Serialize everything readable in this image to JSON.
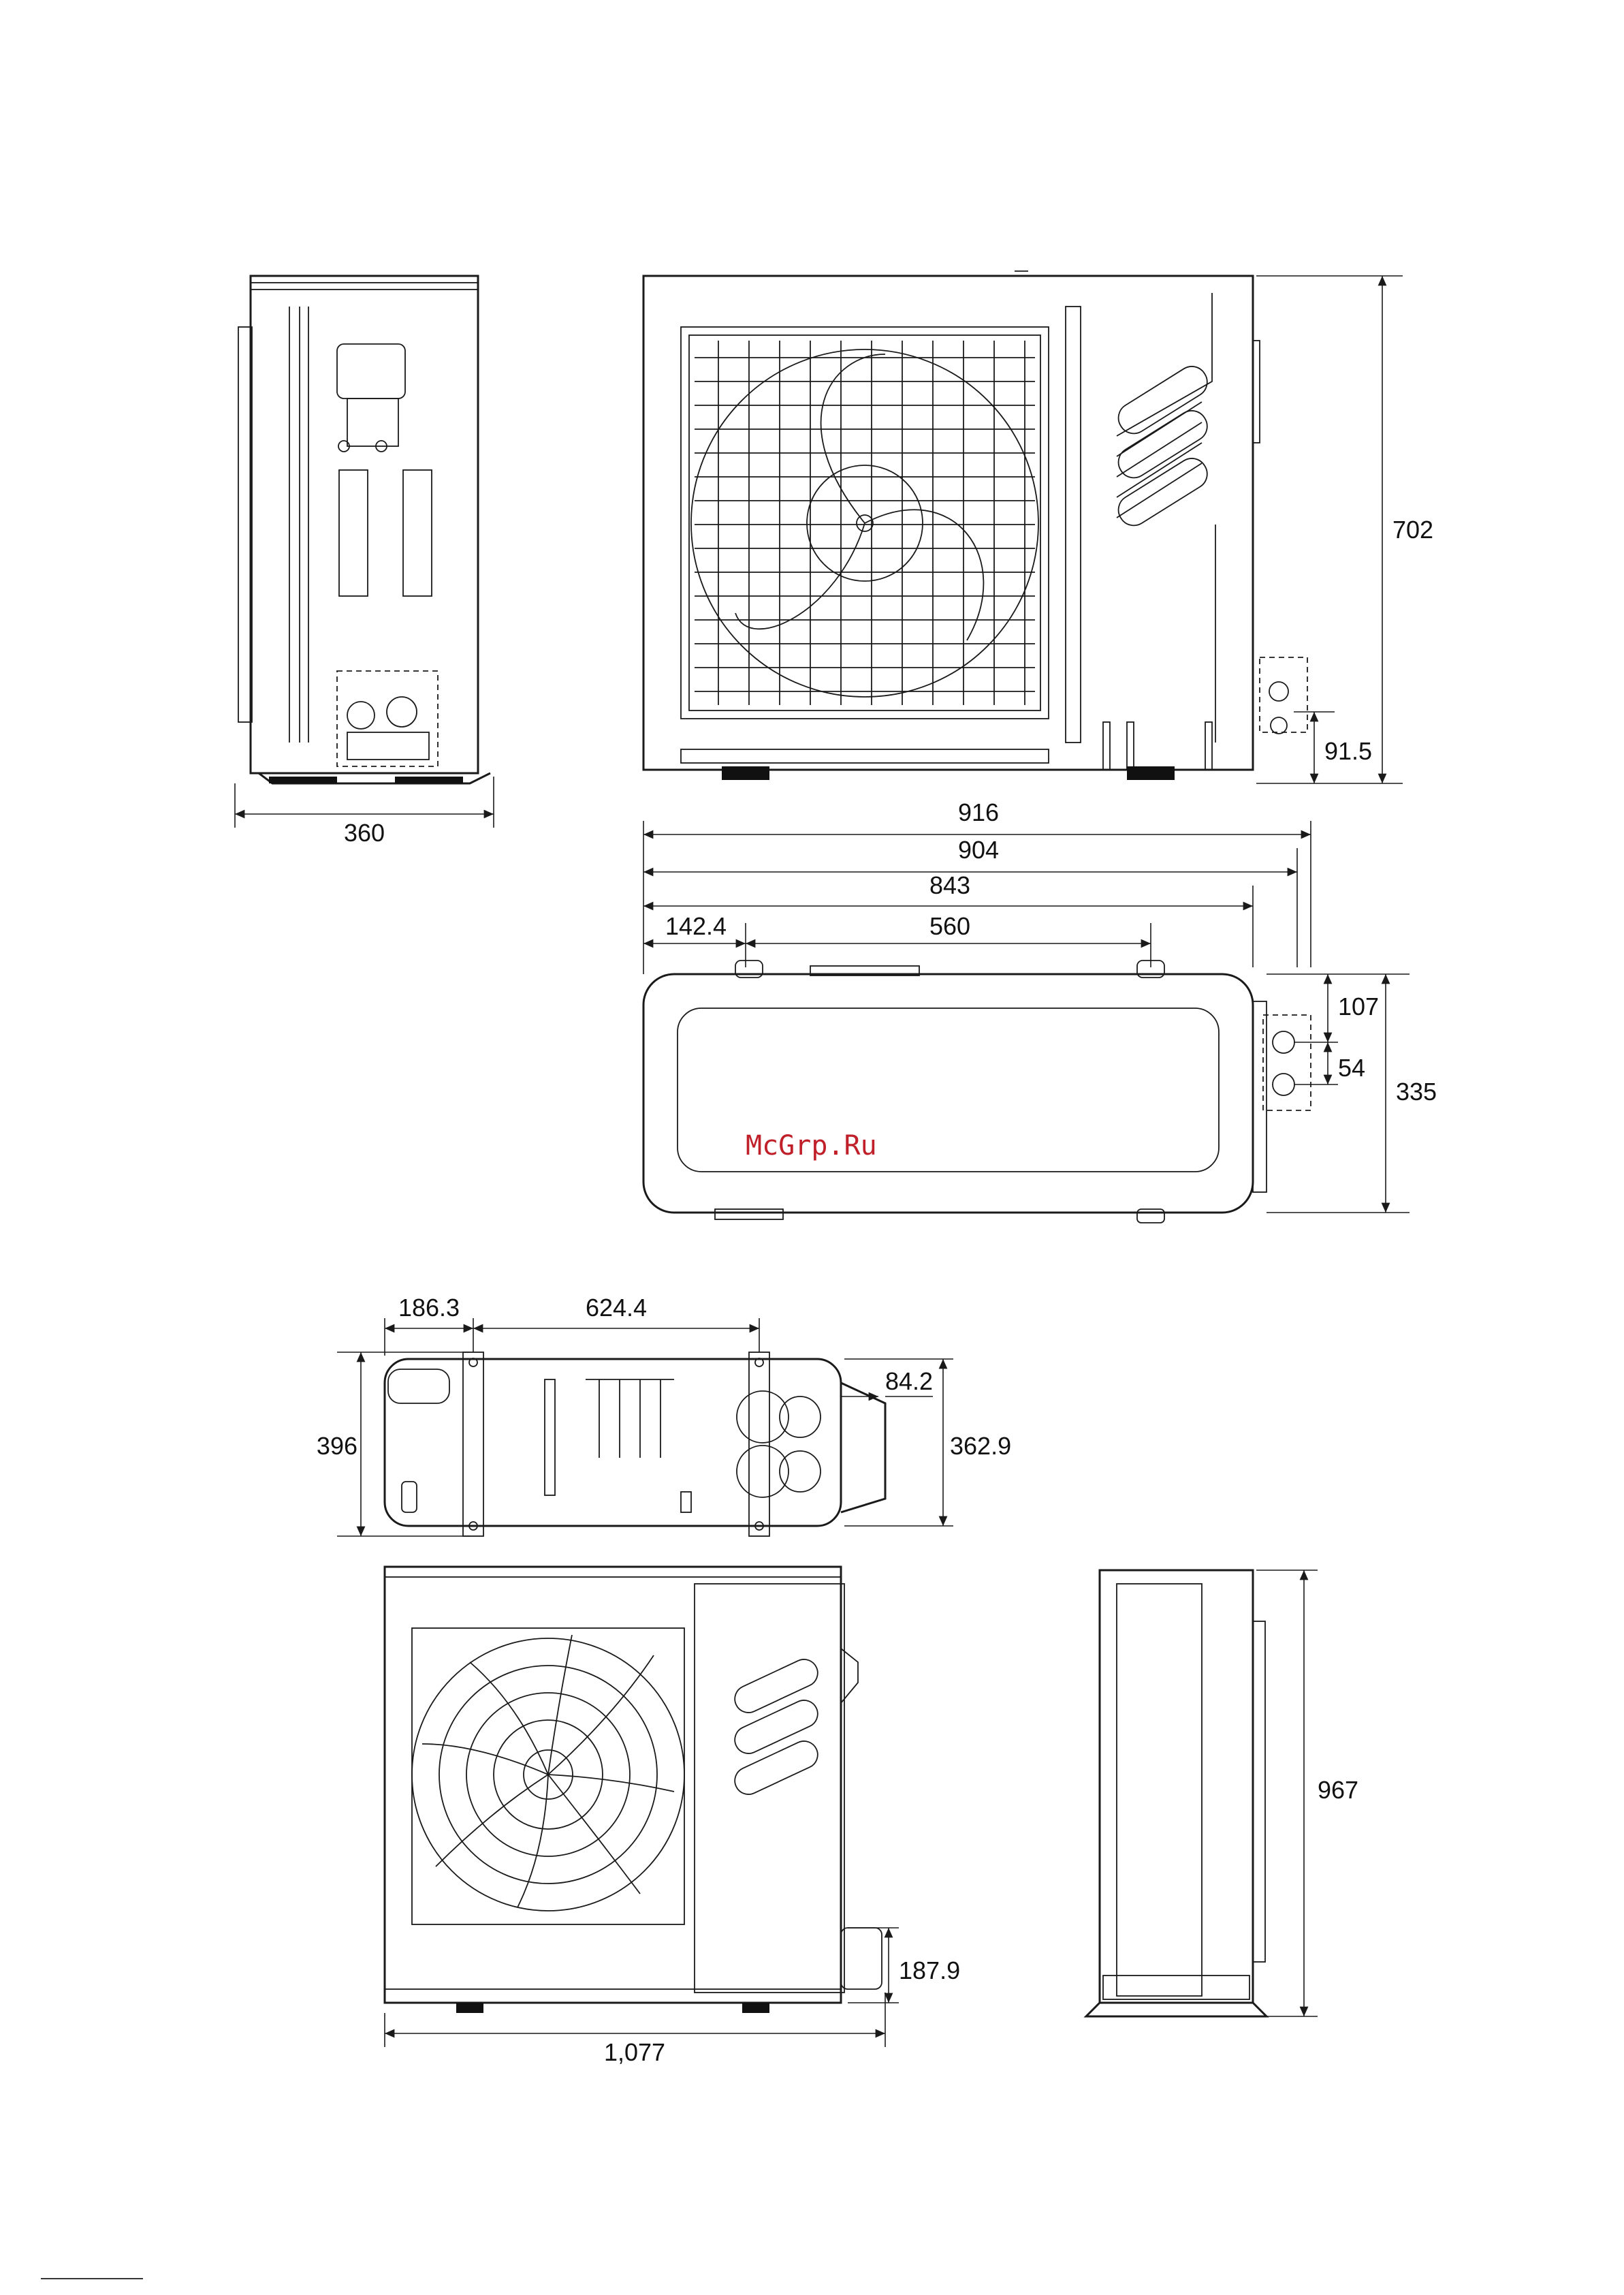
{
  "dimensions": {
    "side_depth_top": "360",
    "front_height_top": "702",
    "valve_height_top": "91.5",
    "width_overall": "916",
    "width_body": "904",
    "width_main": "843",
    "mount_offset": "142.4",
    "mount_pitch": "560",
    "plan_depth_front": "107",
    "plan_valve_pitch": "54",
    "plan_depth": "335",
    "bottom_offset": "186.3",
    "bottom_pitch": "624.4",
    "bottom_valve": "84.2",
    "bottom_depth_outer": "396",
    "bottom_depth_inner": "362.9",
    "front_height_bottom": "967",
    "valve_height_bottom": "187.9",
    "width_bottom": "1,077"
  },
  "watermark": "McGrp.Ru"
}
